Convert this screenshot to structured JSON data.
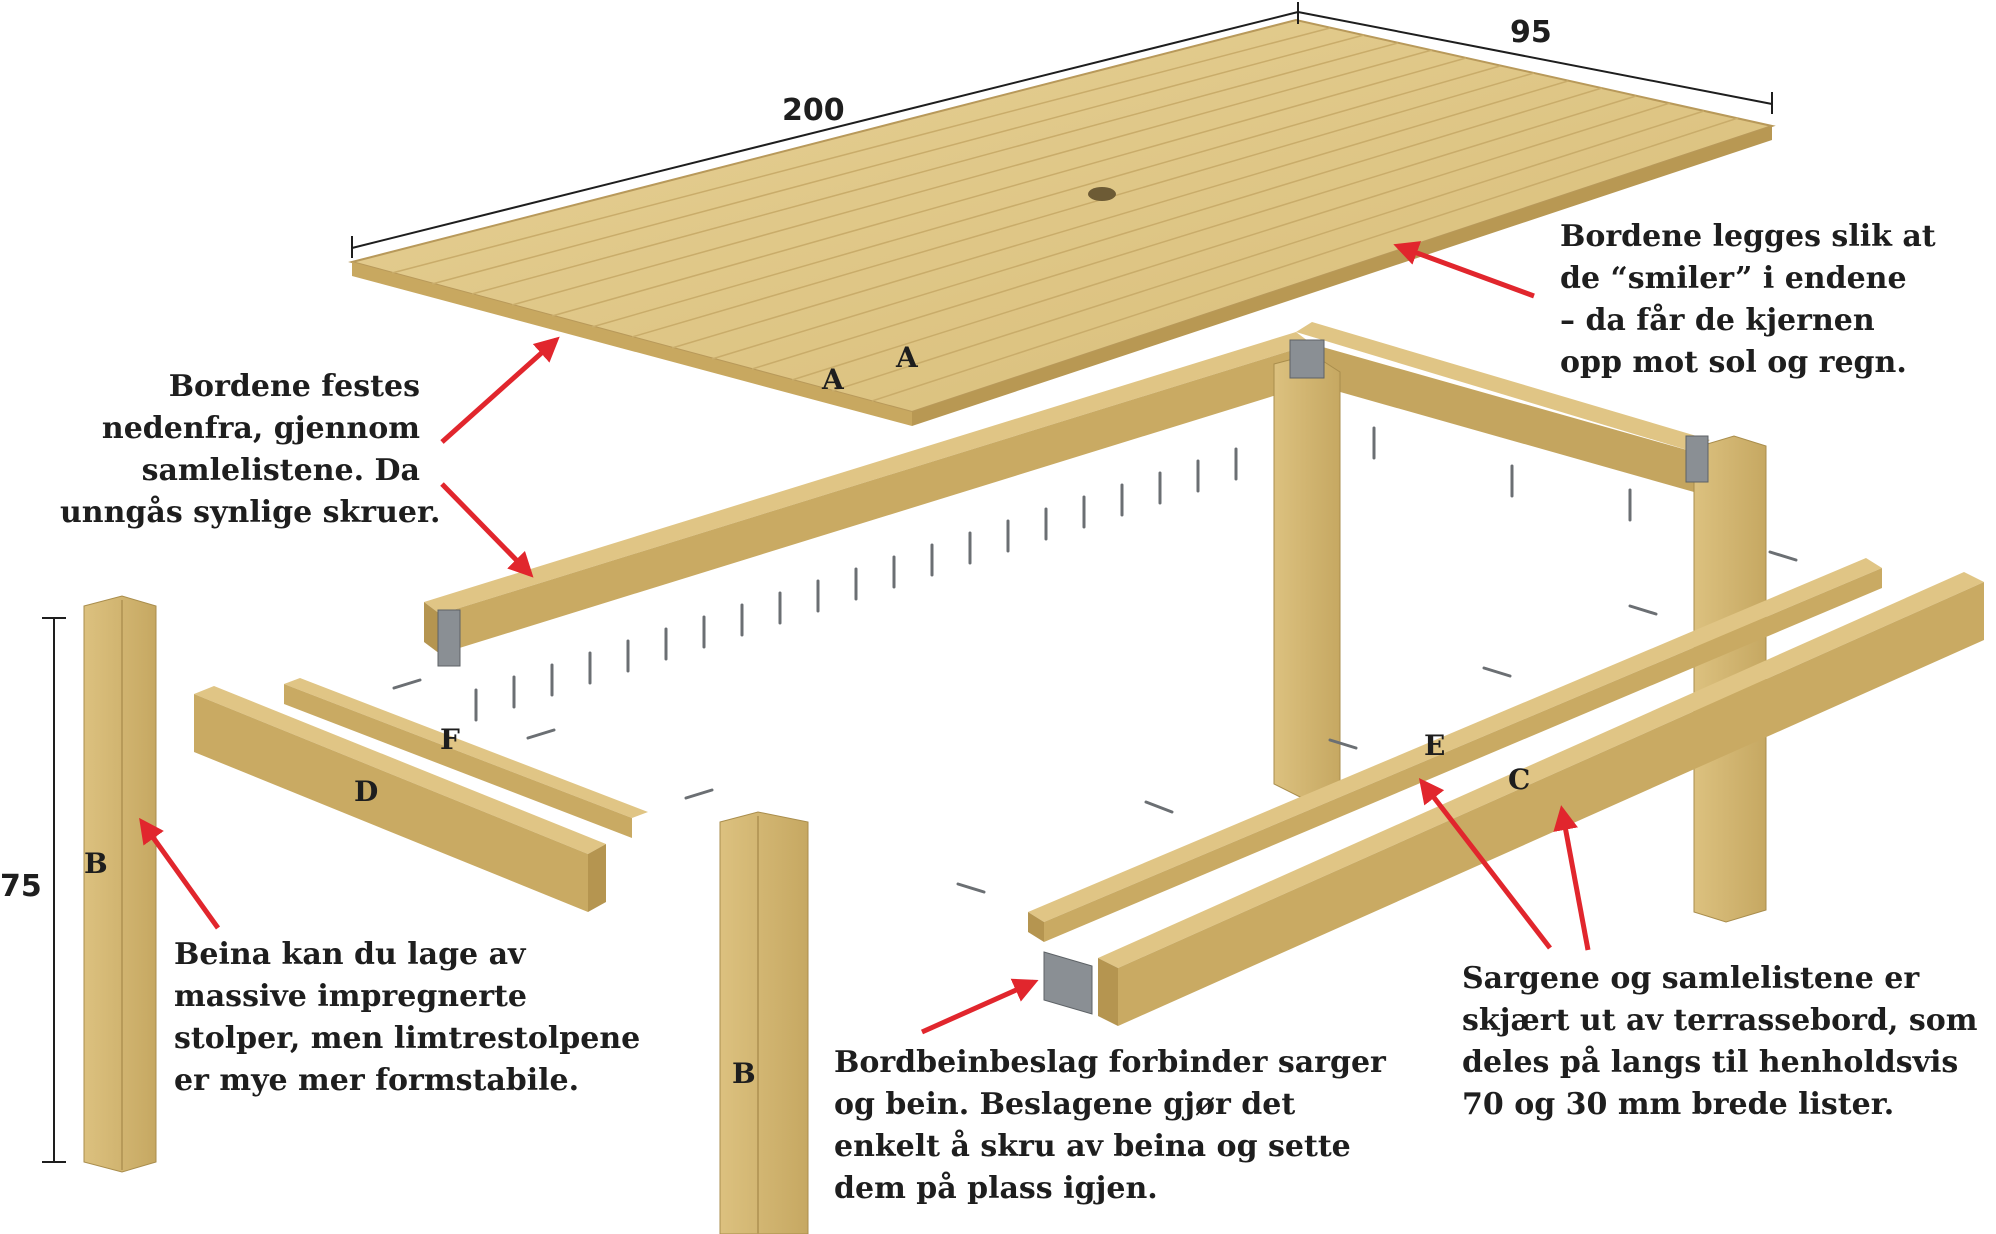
{
  "dimensions": {
    "length": "200",
    "width": "95",
    "height": "75"
  },
  "part_labels": {
    "a1": "A",
    "a2": "A",
    "b_left": "B",
    "b_front": "B",
    "c": "C",
    "d": "D",
    "e": "E",
    "f": "F"
  },
  "notes": {
    "smile": [
      "Bordene legges slik at",
      "de “smiler” i endene",
      "– da får de kjernen",
      "opp mot sol og regn."
    ],
    "fasten": [
      "Bordene festes",
      "nedenfra, gjennom",
      "samlelistene. Da",
      "unngås synlige skruer."
    ],
    "legs": [
      "Beina kan du lage av",
      "massive impregnerte",
      "stolper, men limtrestolpene",
      "er mye mer formstabile."
    ],
    "bracket": [
      "Bordbeinbeslag forbinder sarger",
      "og bein. Beslagene gjør det",
      "enkelt å skru av beina og sette",
      "dem på plass igjen."
    ],
    "rails": [
      "Sargene og samlelistene er",
      "skjært ut av terrassebord, som",
      "deles på langs til henholdsvis",
      "70 og 30 mm brede lister."
    ]
  },
  "colors": {
    "wood_top": "#e2c98a",
    "wood_side": "#c9ab63",
    "wood_dark": "#a98d4c",
    "arrow": "#e1262d",
    "text": "#1e1e1e",
    "metal": "#8a8f94"
  }
}
